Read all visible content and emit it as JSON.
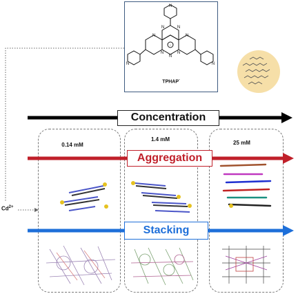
{
  "molecule": {
    "label": "TPHAP",
    "superscript": "-",
    "charge_symbol": "−"
  },
  "arrows": {
    "concentration": {
      "label": "Concentration",
      "color": "#000000"
    },
    "aggregation": {
      "label": "Aggregation",
      "color": "#c0202a"
    },
    "stacking": {
      "label": "Stacking",
      "color": "#1e6fd9"
    }
  },
  "columns": [
    {
      "concentration": "0.14 mM"
    },
    {
      "concentration": "1.4 mM"
    },
    {
      "concentration": "25 mM"
    }
  ],
  "ion": {
    "label": "Cd",
    "superscript": "2+"
  }
}
